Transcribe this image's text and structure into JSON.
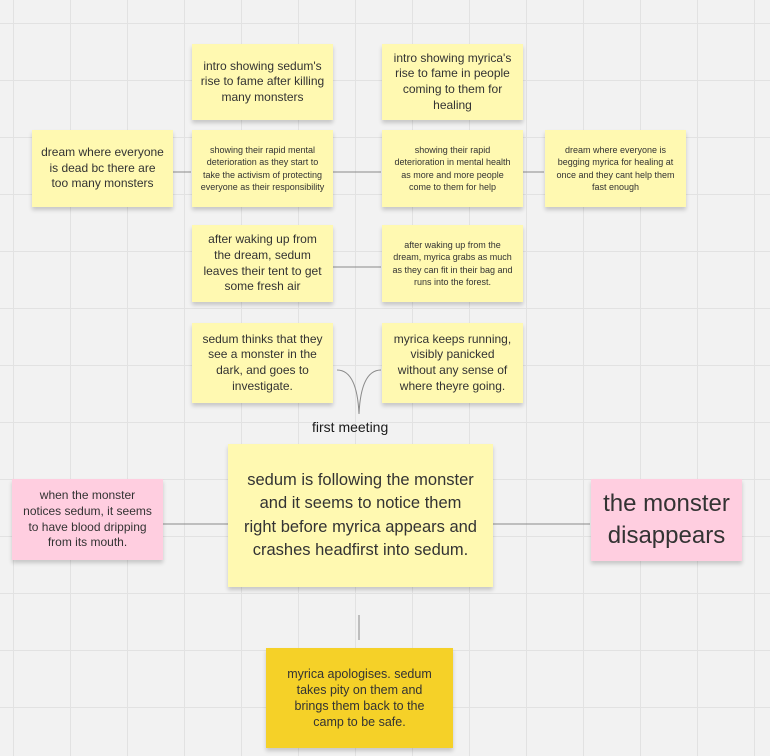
{
  "notes": {
    "intro_sedum": "intro showing sedum's rise to fame after killing many monsters",
    "intro_myrica": "intro showing myrica's rise to fame in people coming to them for healing",
    "dream_sedum": "dream where everyone is dead bc there are too many monsters",
    "deterioration_sedum": "showing their rapid mental deterioration as they start to take the activism of protecting everyone as their responsibility",
    "deterioration_myrica": "showing their rapid deterioration in mental health as more and more people come to them for help",
    "dream_myrica": "dream where everyone is begging myrica for healing at once and they cant help them fast enough",
    "wake_sedum": "after waking up from the dream, sedum leaves their tent to get some fresh air",
    "wake_myrica": "after waking up from the dream, myrica grabs as much as they can fit in their bag and runs into the forest.",
    "monster_sedum": "sedum thinks that they see a monster in the dark, and goes to investigate.",
    "running_myrica": "myrica keeps running, visibly panicked without any sense of where theyre going.",
    "main_scene": "sedum is following the monster and it seems to notice them right before myrica appears and crashes headfirst into sedum.",
    "monster_blood": "when the  monster notices sedum, it seems to have blood dripping from its mouth.",
    "monster_disappears": "the monster disappears",
    "apology": "myrica apologises. sedum takes pity on them and brings them back to the camp to be safe."
  },
  "labels": {
    "first_meeting": "first meeting"
  },
  "colors": {
    "yellow_note": "#fff9b1",
    "pink_note": "#ffcee0",
    "gold_note": "#f5d128",
    "connector": "#8a8a8a"
  }
}
